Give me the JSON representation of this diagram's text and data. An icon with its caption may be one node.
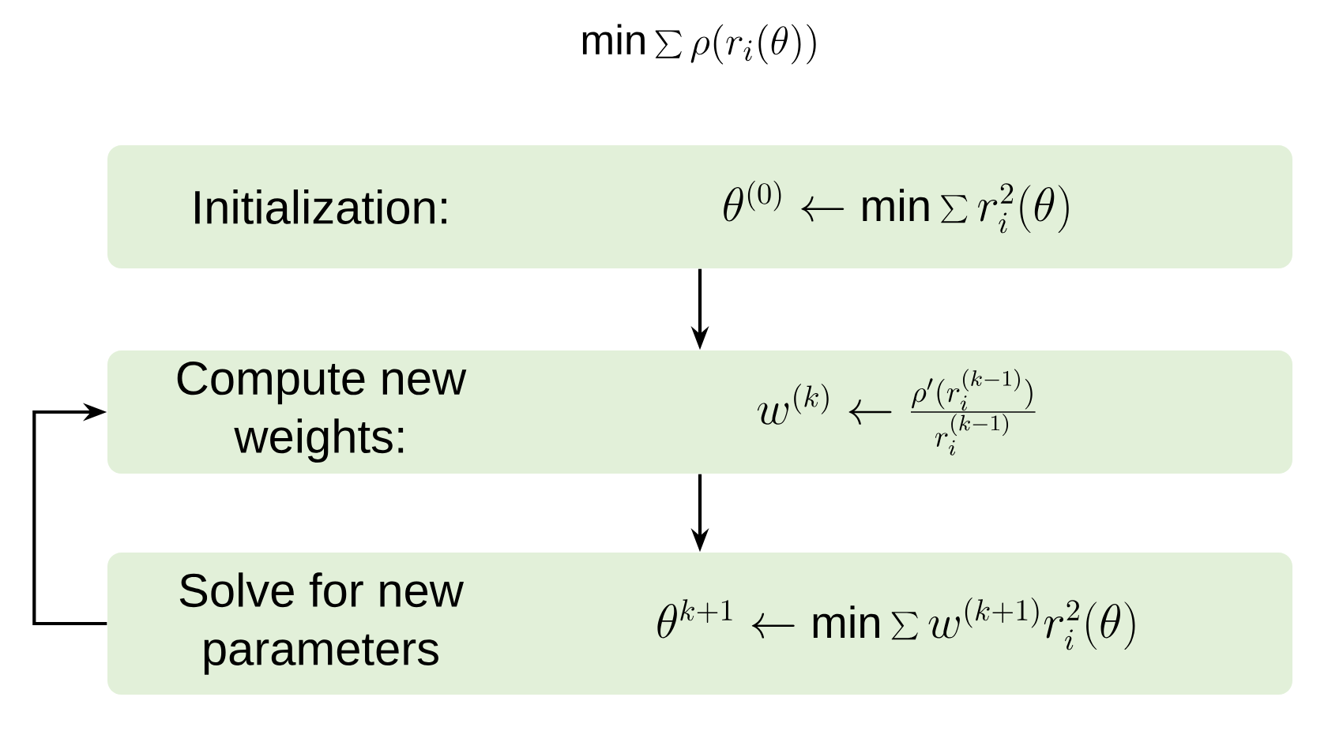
{
  "diagram": {
    "title": "\\min\\sum\\rho(r_i(\\theta))",
    "nodes": [
      {
        "text": [
          "Initialization:",
          "\\theta^{(0)}\\leftarrow\\min\\sum r_i^2(\\theta)"
        ]
      },
      {
        "text": [
          "Compute new weights:",
          "w^{(k)}\\leftarrow\\frac{\\rho'(r_i^{(k-1)})}{r_i^{(k-1)}}"
        ]
      },
      {
        "text": [
          "Solve for new parameters",
          "\\theta^{k+1}\\leftarrow\\min\\sum w^{(k+1)}r_i^2(\\theta)"
        ]
      }
    ],
    "edges": [
      {
        "from": 0,
        "to": 1,
        "arrow": "to"
      },
      {
        "from": 1,
        "to": 2,
        "arrow": "to"
      },
      {
        "from": 2,
        "to": 1,
        "arrow": "to"
      }
    ]
  }
}
